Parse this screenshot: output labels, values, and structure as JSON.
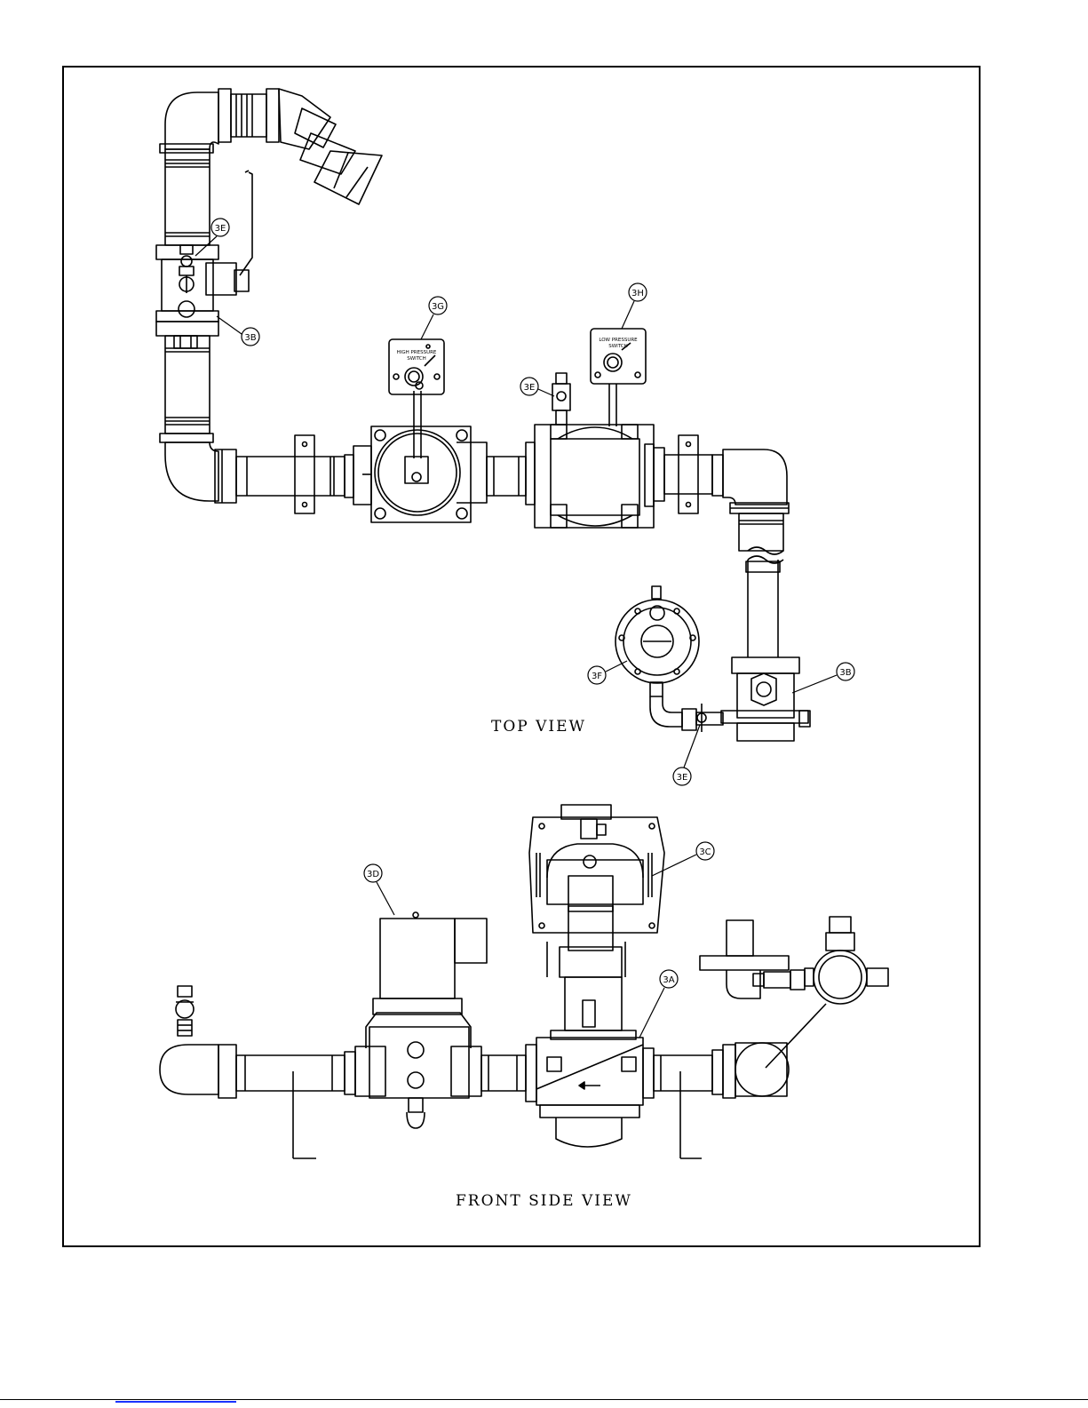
{
  "views": {
    "top": "TOP VIEW",
    "front": "FRONT SIDE VIEW"
  },
  "callouts": {
    "c3E_top_left": "3E",
    "c3B_top_left": "3B",
    "c3G": "3G",
    "c3H": "3H",
    "c3E_mid": "3E",
    "c3F": "3F",
    "c3B_right": "3B",
    "c3E_bottom": "3E",
    "c3C": "3C",
    "c3D": "3D",
    "c3A": "3A"
  },
  "plates": {
    "high_pressure_switch": [
      "HIGH PRESSURE",
      "SWITCH"
    ],
    "low_pressure_switch": [
      "LOW PRESSURE",
      "SWITCH"
    ]
  }
}
